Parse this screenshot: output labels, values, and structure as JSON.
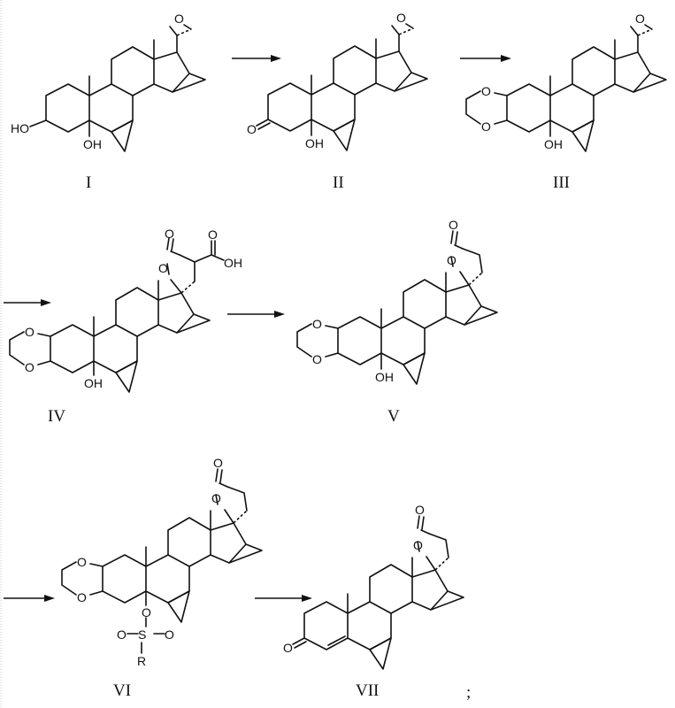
{
  "compounds": [
    {
      "id": "I",
      "label": "I",
      "atoms": {
        "hydroxyl_3": "HO",
        "hydroxyl_5": "OH",
        "epoxide_o": "O"
      }
    },
    {
      "id": "II",
      "label": "II",
      "atoms": {
        "ketone_o": "O",
        "hydroxyl_5": "OH",
        "epoxide_o": "O"
      }
    },
    {
      "id": "III",
      "label": "III",
      "atoms": {
        "ketal_o1": "O",
        "ketal_o2": "O",
        "hydroxyl_5": "OH",
        "epoxide_o": "O"
      }
    },
    {
      "id": "IV",
      "label": "IV",
      "atoms": {
        "ketal_o1": "O",
        "ketal_o2": "O",
        "hydroxyl_5": "OH",
        "lactone_ring_o": "O",
        "lactone_carbonyl_o": "O",
        "acid_carbonyl_o": "O",
        "acid_oh": "OH"
      }
    },
    {
      "id": "V",
      "label": "V",
      "atoms": {
        "ketal_o1": "O",
        "ketal_o2": "O",
        "hydroxyl_5": "OH",
        "lactone_ring_o": "O",
        "lactone_carbonyl_o": "O"
      }
    },
    {
      "id": "VI",
      "label": "VI",
      "atoms": {
        "ketal_o1": "O",
        "ketal_o2": "O",
        "ester_o": "O",
        "sulfur": "S",
        "sulfonyl_o1": "O",
        "sulfonyl_o2": "O",
        "r_group": "R",
        "lactone_ring_o": "O",
        "lactone_carbonyl_o": "O"
      }
    },
    {
      "id": "VII",
      "label": "VII",
      "atoms": {
        "ketone_o": "O",
        "lactone_ring_o": "O",
        "lactone_carbonyl_o": "O"
      }
    }
  ],
  "trailing_punctuation": ";"
}
